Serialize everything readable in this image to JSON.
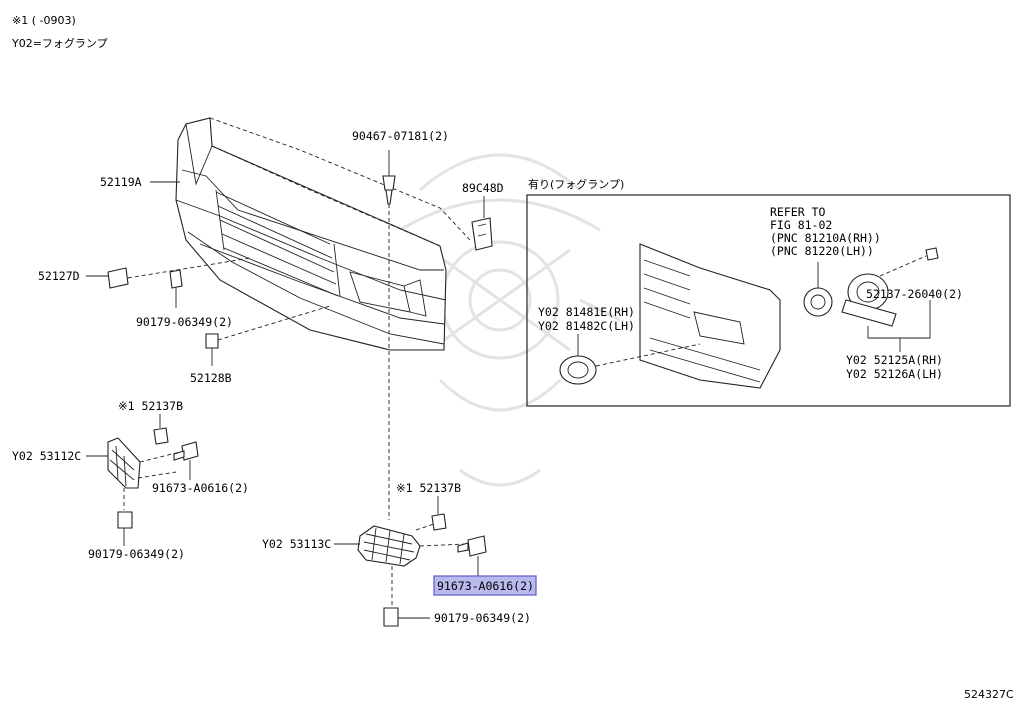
{
  "notes": {
    "footnote_1": "※1 (      -0903)",
    "footnote_2": "Y02=フォグランプ"
  },
  "inset": {
    "title": "有り(フォグランプ)",
    "refer": [
      "REFER TO",
      "FIG 81-02",
      "(PNC 81210A(RH))",
      "(PNC 81220(LH))"
    ]
  },
  "parts": {
    "p_90467": "90467-07181(2)",
    "p_89c48d": "89C48D",
    "p_52119a": "52119A",
    "p_52127d": "52127D",
    "p_90179_a": "90179-06349(2)",
    "p_52128b": "52128B",
    "p_52137b_a": "※1 52137B",
    "p_53112c": "Y02 53112C",
    "p_91673_a": "91673-A0616(2)",
    "p_90179_b": "90179-06349(2)",
    "p_52137b_b": "※1 52137B",
    "p_53113c": "Y02 53113C",
    "p_91673_b": "91673-A0616(2)",
    "p_90179_c": "90179-06349(2)",
    "p_81481e": "Y02 81481E(RH)",
    "p_81482c": "Y02 81482C(LH)",
    "p_52137_26040": "52137-26040(2)",
    "p_52125a": "Y02 52125A(RH)",
    "p_52126a": "Y02 52126A(LH)"
  },
  "figure_id": "524327C",
  "highlight_color": "#b9b9ee"
}
